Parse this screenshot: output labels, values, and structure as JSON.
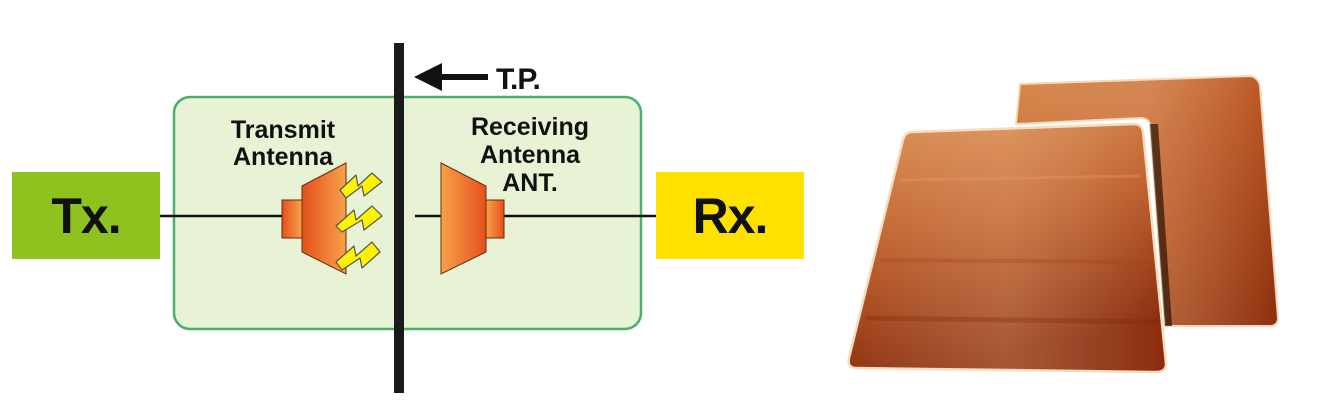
{
  "diagram": {
    "tx_label": "Tx.",
    "rx_label": "Rx.",
    "tp_label": "T.P.",
    "transmit_label": [
      "Transmit",
      "Antenna"
    ],
    "receive_label": [
      "Receiving",
      "Antenna",
      "ANT."
    ]
  },
  "colors": {
    "tx_box": "#8dc21f",
    "rx_box": "#ffe100",
    "test_area_fill": "#e8f2d4",
    "test_area_border": "#4caf6a",
    "antenna_dark": "#e5501c",
    "antenna_light": "#f7a24a",
    "signal": "#fff200",
    "sample_dark": "#8c2e0a",
    "sample_light": "#d0743a"
  }
}
